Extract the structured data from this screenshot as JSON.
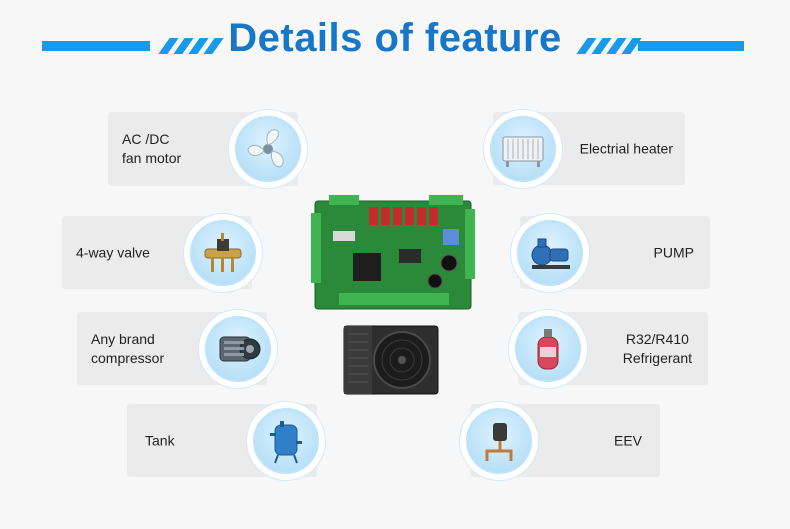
{
  "header": {
    "title": "Details of feature"
  },
  "features": {
    "fan_motor": "AC /DC\nfan motor",
    "valve": "4-way valve",
    "compressor": "Any brand\ncompressor",
    "tank": "Tank",
    "heater": "Electrial heater",
    "pump": "PUMP",
    "refrigerant": "R32/R410\nRefrigerant",
    "eev": "EEV"
  },
  "colors": {
    "title": "#1677c9",
    "stripe": "#1a9ae6",
    "card": "#ebebeb",
    "circle": "#a9d9f5",
    "pcb": "#2a8a3a"
  },
  "icons": [
    "fan-icon",
    "valve-icon",
    "compressor-icon",
    "tank-icon",
    "heater-icon",
    "pump-icon",
    "refrigerant-cylinder-icon",
    "eev-icon",
    "control-board-image",
    "heat-pump-unit-image"
  ]
}
